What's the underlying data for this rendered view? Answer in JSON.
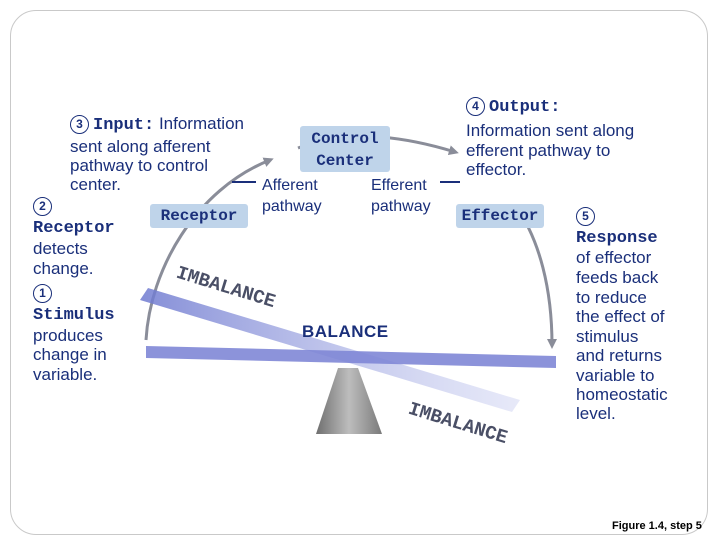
{
  "steps": {
    "input": {
      "number": "3",
      "label": "Input:",
      "line1": "Information",
      "line2": "sent along afferent",
      "line3": "pathway to control",
      "line4": "center."
    },
    "receptor": {
      "number": "2",
      "title": "Receptor",
      "line1": "detects",
      "line2": "change."
    },
    "stimulus": {
      "number": "1",
      "title": "Stimulus",
      "line1": "produces",
      "line2": "change in",
      "line3": "variable."
    },
    "output": {
      "number": "4",
      "label": "Output:",
      "line1": "Information sent along",
      "line2": "efferent pathway to",
      "line3": "effector."
    },
    "response": {
      "number": "5",
      "title": "Response",
      "lines": [
        "of effector",
        "feeds back",
        "to reduce",
        "the effect of",
        "stimulus",
        "and returns",
        "variable to",
        "homeostatic",
        "level."
      ]
    }
  },
  "boxes": {
    "control_center_1": "Control",
    "control_center_2": "Center",
    "receptor": "Receptor",
    "effector": "Effector"
  },
  "pathways": {
    "afferent_1": "Afferent",
    "afferent_2": "pathway",
    "efferent_1": "Efferent",
    "efferent_2": "pathway"
  },
  "scale": {
    "imbalance_left": "IMBALANCE",
    "imbalance_right": "IMBALANCE",
    "balance": "BALANCE"
  },
  "colors": {
    "text": "#1a2f7a",
    "box": "#bfd4ea",
    "arrow": "#8a8d99",
    "beam": "#7f87d6",
    "fulcrum": "#8e8e8e"
  },
  "caption": "Figure 1.4, step 5"
}
